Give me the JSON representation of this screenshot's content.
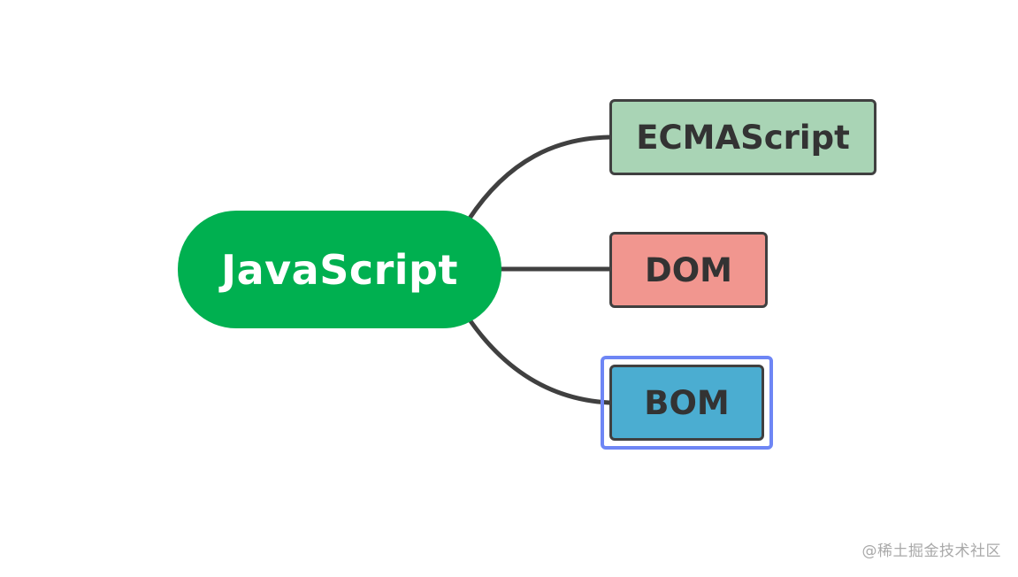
{
  "mindmap": {
    "root": {
      "label": "JavaScript",
      "color": "#00b050"
    },
    "children": [
      {
        "label": "ECMAScript",
        "color": "#a9d4b5",
        "selected": false
      },
      {
        "label": "DOM",
        "color": "#f1968f",
        "selected": false
      },
      {
        "label": "BOM",
        "color": "#4badd1",
        "selected": true
      }
    ],
    "connector_color": "#404040",
    "selection_color": "#6e86f5"
  },
  "watermark": "@稀土掘金技术社区"
}
